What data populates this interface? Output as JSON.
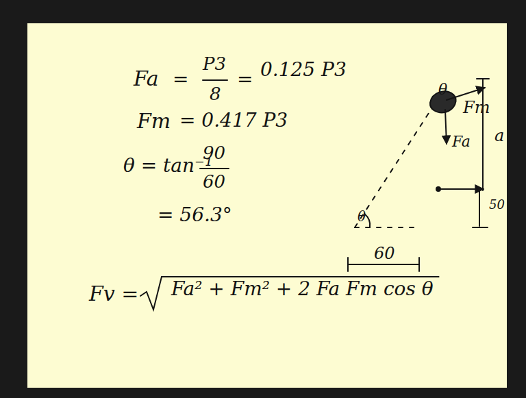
{
  "diagram": {
    "labels": [
      "Fa",
      "=",
      "P3",
      "8",
      "=",
      "0.125 P3",
      "Fm",
      "= 0.417 P3",
      "θ = tan⁻¹",
      "90",
      "60",
      "= 56.3°",
      "Fv =",
      "Fa² + Fm² + 2 Fa Fm cos θ",
      "θ",
      "Fm",
      "Fa",
      "a",
      "50",
      "θ",
      "60"
    ]
  }
}
